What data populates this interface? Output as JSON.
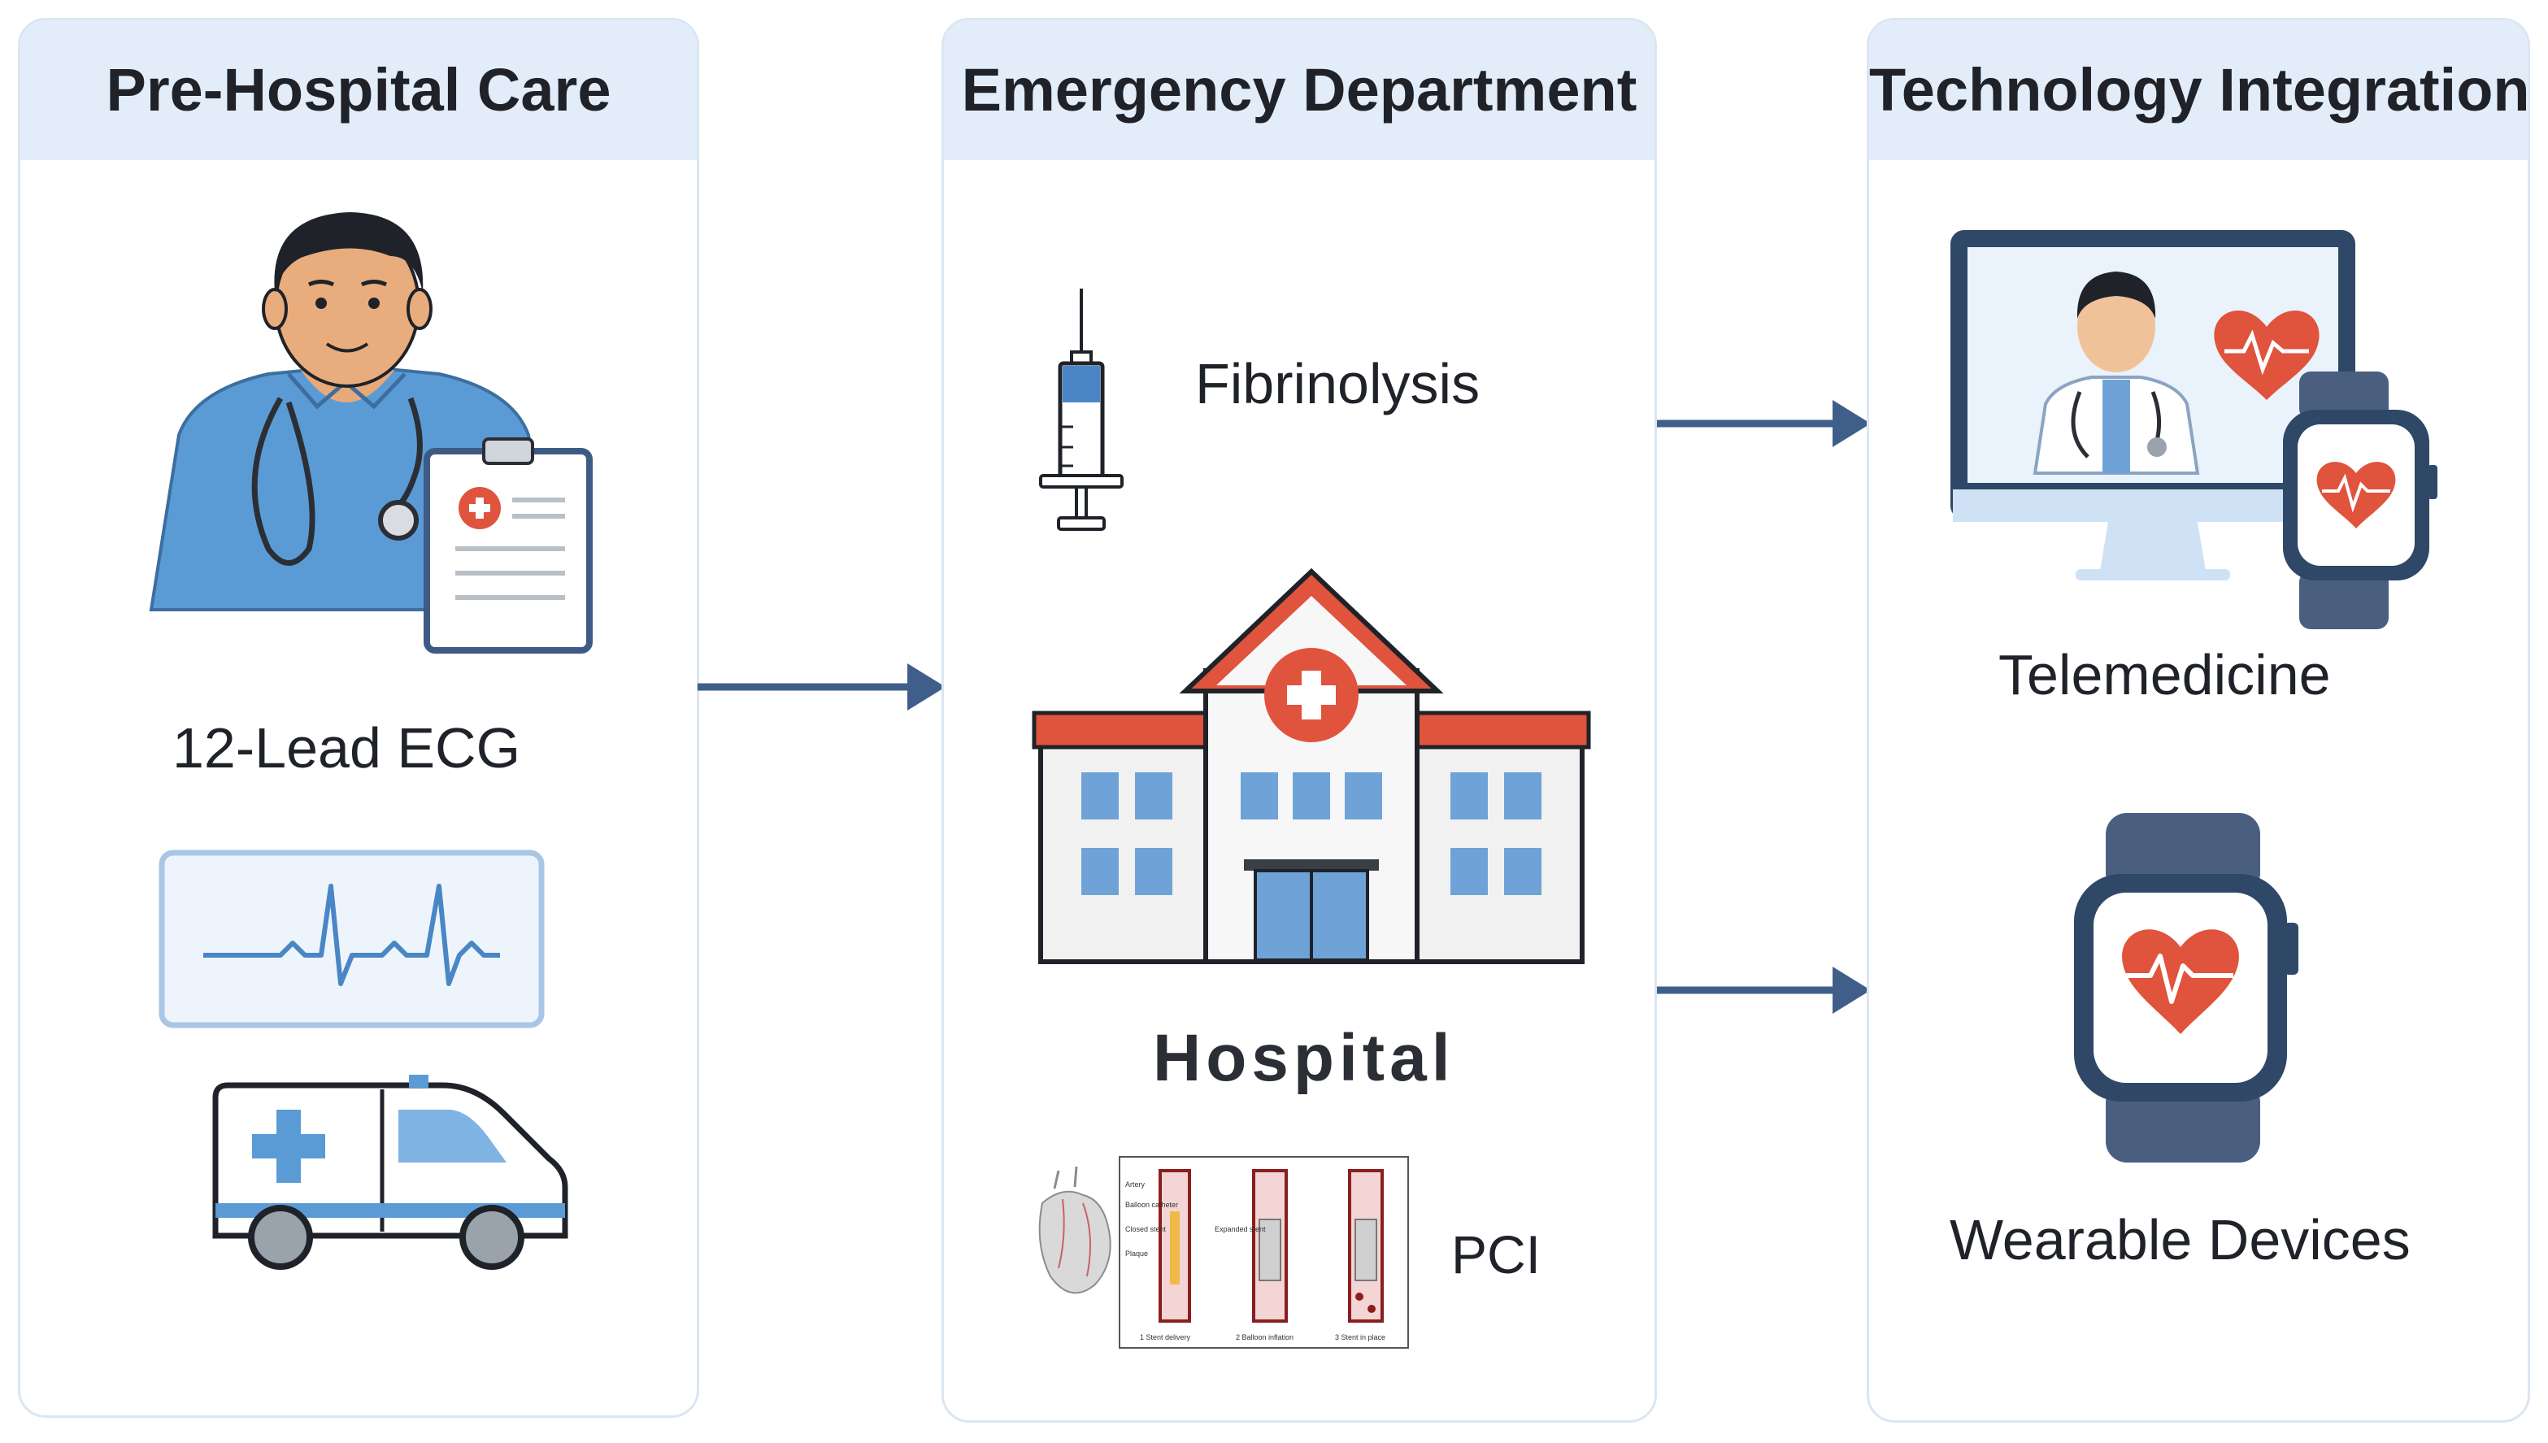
{
  "panels": {
    "pre_hospital": {
      "title": "Pre-Hospital Care",
      "ecg_label": "12-Lead ECG"
    },
    "emergency": {
      "title": "Emergency Department",
      "fibrinolysis_label": "Fibrinolysis",
      "hospital_label": "Hospital",
      "pci_label": "PCI",
      "pci_diagram": {
        "side_labels": [
          "Artery",
          "Balloon catheter",
          "Closed stent",
          "Plaque"
        ],
        "mid_label": "Expanded stent",
        "steps": [
          "1 Stent delivery",
          "2 Balloon inflation",
          "3 Stent in place"
        ]
      }
    },
    "technology": {
      "title": "Technology Integration",
      "telemedicine_label": "Telemedicine",
      "wearable_label": "Wearable Devices"
    }
  },
  "colors": {
    "panel_header": "#e3edf9",
    "panel_border": "#dbe6f3",
    "arrow": "#3f5f8a",
    "accent_red": "#e0533d",
    "accent_blue": "#5b9bd5"
  }
}
